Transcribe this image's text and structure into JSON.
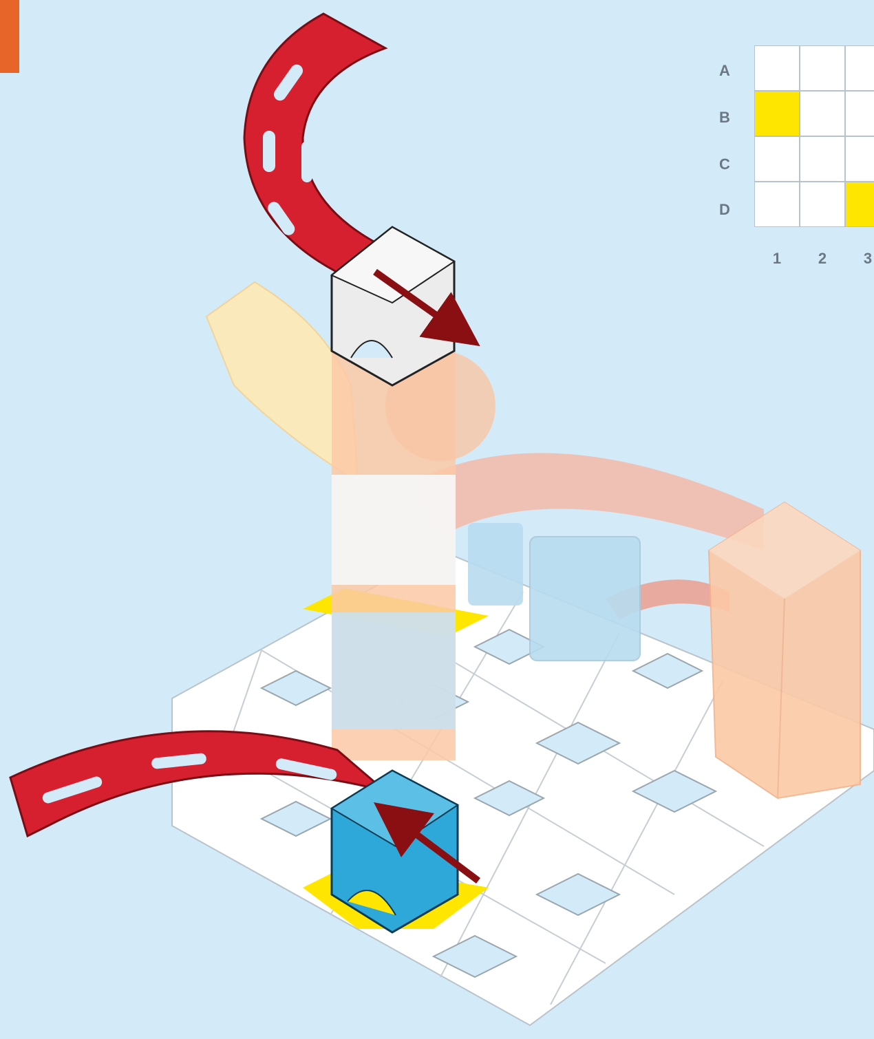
{
  "grid": {
    "rows": [
      "A",
      "B",
      "C",
      "D"
    ],
    "columns": [
      "1",
      "2",
      "3"
    ],
    "highlighted_cells": [
      "B1",
      "D3"
    ],
    "highlight_color": "#ffe600"
  },
  "colors": {
    "background": "#d3ebf8",
    "step_tab": "#e8652a",
    "curve_red": "#d6202f",
    "arrow_dark_red": "#8a0f12",
    "support_blue": "#2ea8d8",
    "support_white": "#f2f2f2",
    "ghost_orange": "#fbc9a6",
    "ghost_yellow": "#fde9b8",
    "base_white": "#ffffff"
  },
  "parts": [
    {
      "name": "curve-top",
      "color": "curve_red",
      "state": "highlighted"
    },
    {
      "name": "support-top",
      "color": "support_white",
      "state": "highlighted"
    },
    {
      "name": "curve-bottom",
      "color": "curve_red",
      "state": "highlighted"
    },
    {
      "name": "support-bottom",
      "color": "support_blue",
      "state": "highlighted"
    },
    {
      "name": "tower",
      "color": "ghost_orange",
      "state": "faded"
    },
    {
      "name": "column-stack",
      "color": "ghost_orange",
      "state": "faded"
    },
    {
      "name": "curve-yellow",
      "color": "ghost_yellow",
      "state": "faded"
    },
    {
      "name": "curve-back",
      "color": "ghost_orange",
      "state": "faded"
    }
  ]
}
